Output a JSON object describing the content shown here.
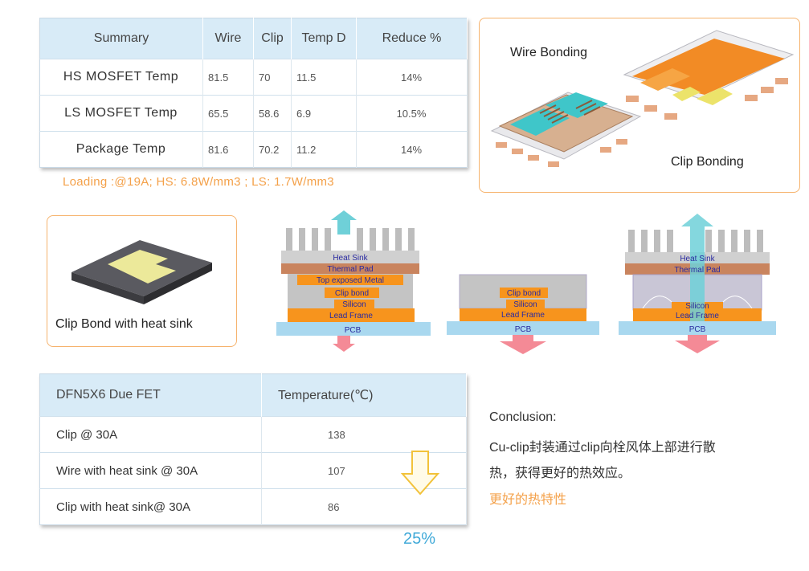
{
  "summary_table": {
    "headers": [
      "Summary",
      "Wire",
      "Clip",
      "Temp D",
      "Reduce %"
    ],
    "rows": [
      [
        "HS MOSFET  Temp",
        "81.5",
        "70",
        "11.5",
        "14%"
      ],
      [
        "LS MOSFET  Temp",
        "65.5",
        "58.6",
        "6.9",
        "10.5%"
      ],
      [
        "Package Temp",
        "81.6",
        "70.2",
        "11.2",
        "14%"
      ]
    ]
  },
  "loading_note": "Loading :@19A; HS: 6.8W/mm3 ; LS: 1.7W/mm3",
  "bonding_panel": {
    "wire_label": "Wire Bonding",
    "clip_label": "Clip Bonding"
  },
  "clip_panel": {
    "caption": "Clip Bond with heat sink"
  },
  "cross_sections": {
    "heat_sink": "Heat Sink",
    "thermal_pad": "Thermal Pad",
    "top_metal": "Top exposed Metal",
    "clip_bond": "Clip bond",
    "silicon": "Silicon",
    "lead_frame": "Lead Frame",
    "pcb": "PCB"
  },
  "result_table": {
    "headers": [
      "DFN5X6 Due FET",
      "Temperature(℃)"
    ],
    "rows": [
      [
        "Clip @ 30A",
        "138"
      ],
      [
        "Wire with heat sink @ 30A",
        "107"
      ],
      [
        "Clip with heat sink@ 30A",
        "86"
      ]
    ]
  },
  "reduction_pct": "25%",
  "conclusion": {
    "title": "Conclusion:",
    "line1": "Cu-clip封装通过clip向栓风体上部进行散",
    "line2": "热，获得更好的热效应。",
    "highlight": "更好的热特性"
  },
  "colors": {
    "accent_orange": "#f4a14a",
    "table_header": "#d8ebf7",
    "accent_blue": "#3fa9d8",
    "pcb_blue": "#a9d8ef",
    "lead_frame": "#f7941d",
    "arrow_up": "#6fd0d8",
    "arrow_down": "#f48a96"
  }
}
